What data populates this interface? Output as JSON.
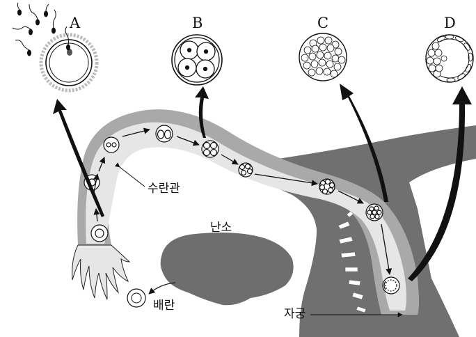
{
  "stage_labels": {
    "a": "A",
    "b": "B",
    "c": "C",
    "d": "D"
  },
  "part_labels": {
    "oviduct": "수란관",
    "ovary": "난소",
    "ovulation": "배란",
    "uterus": "자궁"
  }
}
